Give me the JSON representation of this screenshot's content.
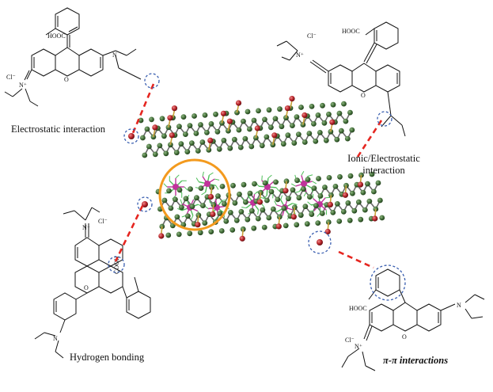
{
  "labels": {
    "electrostatic": "Electrostatic interaction",
    "ionic_line1": "Ionic/Electrostatic",
    "ionic_line2": "interaction",
    "hydrogen": "Hydrogen bonding",
    "pi_pi": "π-π interactions"
  },
  "atoms": {
    "cooh": "HOOC",
    "cooh_vertical": "COOH",
    "chloride": "Cl⁻",
    "nitrogen": "N",
    "nitrogen_plus": "N⁺",
    "oxygen": "O"
  },
  "colors": {
    "connector": "#e52620",
    "dashed_circle": "#3a5fb0",
    "highlight_ring": "#f39a1e",
    "carbon_ball": "#3f6b35",
    "oxygen_ball": "#b8242a",
    "bond": "#6a6a6a",
    "mof_magenta": "#c0339a",
    "mof_green": "#4fbf5a"
  }
}
